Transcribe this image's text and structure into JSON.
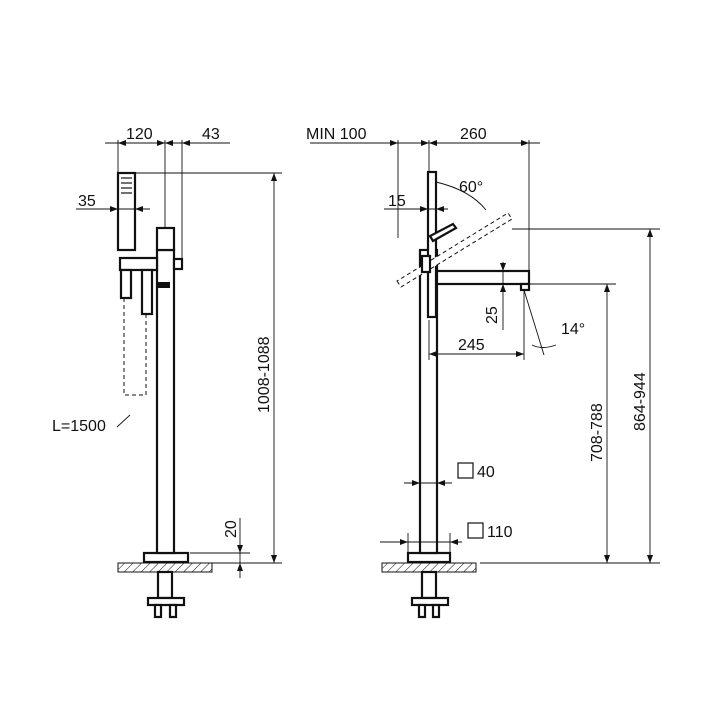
{
  "left_view": {
    "dims": {
      "d120": "120",
      "d43": "43",
      "d35": "35",
      "d1008": "1008-1088",
      "d20": "20",
      "hose": "L=1500"
    }
  },
  "right_view": {
    "dims": {
      "min100": "MIN 100",
      "d260": "260",
      "d15": "15",
      "a60": "60°",
      "d25": "25",
      "a14": "14°",
      "d245": "245",
      "d708": "708-788",
      "d864": "864-944",
      "sq40": "40",
      "sq110": "110"
    }
  }
}
